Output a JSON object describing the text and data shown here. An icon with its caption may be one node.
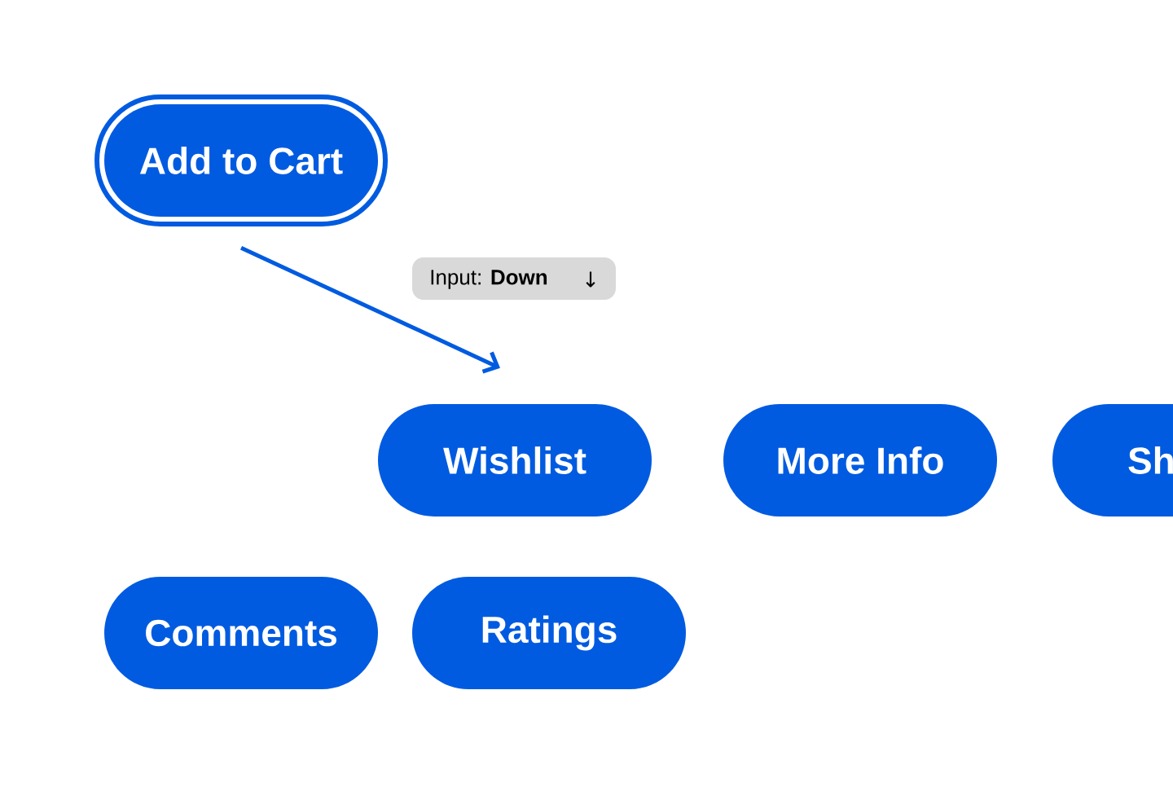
{
  "diagram": {
    "nodes": [
      {
        "text": [
          "Add to Cart"
        ]
      },
      {
        "text": [
          "Wishlist"
        ]
      },
      {
        "text": [
          "More Info"
        ]
      },
      {
        "text": [
          "Sh"
        ]
      },
      {
        "text": [
          "Comments"
        ]
      },
      {
        "text": [
          "Ratings"
        ]
      }
    ],
    "edges": [
      {
        "from": 0,
        "to": 1,
        "arrow": "to"
      }
    ],
    "labels": [
      "Input: **Down**",
      "↓"
    ]
  }
}
